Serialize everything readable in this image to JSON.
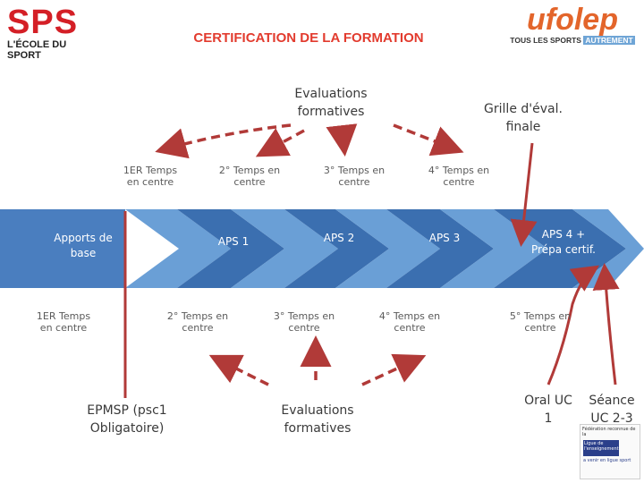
{
  "header": {
    "logo_sps_text": "SPS",
    "logo_sps_subtitle": "L'ÉCOLE DU SPORT",
    "title": "CERTIFICATION DE LA FORMATION",
    "logo_ufolep_text": "ufolep",
    "logo_ufolep_tag1": "TOUS LES SPORTS",
    "logo_ufolep_tag2": "AUTREMENT"
  },
  "top": {
    "evaluations": "Evaluations formatives",
    "grille": "Grille d'éval. finale",
    "temps": [
      "1ER Temps en centre",
      "2° Temps en centre",
      "3° Temps en centre",
      "4° Temps en centre"
    ]
  },
  "band": {
    "segments": [
      "Apports de base",
      "APS 1",
      "APS 2",
      "APS 3",
      "APS 4 + Prépa certif."
    ]
  },
  "bottom": {
    "temps": [
      "1ER Temps en centre",
      "2° Temps en centre",
      "3° Temps en centre",
      "4° Temps en centre",
      "5° Temps en centre"
    ],
    "epmsp": "EPMSP (psc1 Obligatoire)",
    "evaluations": "Evaluations formatives",
    "oral": "Oral UC 1",
    "seance": "Séance UC 2-3"
  },
  "badge": {
    "line1": "Fédération reconnue de la",
    "box": "Ligue de l'enseignement",
    "line2": "a venir en ligue sport"
  },
  "colors": {
    "segment_dark": "#3b6fb0",
    "segment_light": "#6a9fd6",
    "arrow": "#b13a38",
    "title": "#e23b2e"
  }
}
